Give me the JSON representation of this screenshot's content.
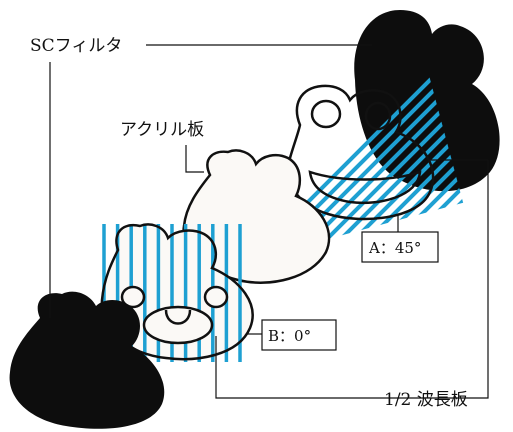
{
  "labels": {
    "sc_filter": "SCフィルタ",
    "acrylic": "アクリル板",
    "half_wave": "1/2 波長板",
    "angle_a": "A：45°",
    "angle_b": "B：0°"
  },
  "colors": {
    "stripe": "#1ea0d2",
    "filter": "#0d0d0d",
    "outline": "#111111",
    "plate": "#fbf9f6"
  }
}
